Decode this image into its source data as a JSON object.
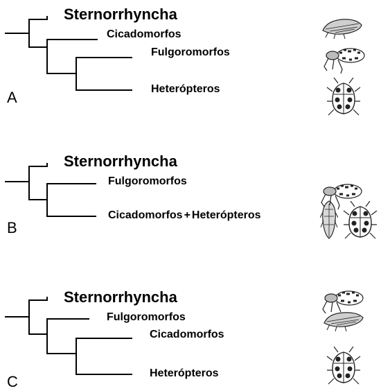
{
  "panels": [
    {
      "letter": "A",
      "taxa": [
        "Sternorrhyncha",
        "Cicadomorfos",
        "Fulgoromorfos",
        "Heterópteros"
      ]
    },
    {
      "letter": "B",
      "taxa": [
        "Sternorrhyncha",
        "Fulgoromorfos",
        "Cicadomorfos",
        "+",
        "Heterópteros"
      ]
    },
    {
      "letter": "C",
      "taxa": [
        "Sternorrhyncha",
        "Fulgoromorfos",
        "Cicadomorfos",
        "Heterópteros"
      ]
    }
  ],
  "icons": [
    "leafhopper-icon",
    "planthopper-icon",
    "true-bug-icon"
  ]
}
